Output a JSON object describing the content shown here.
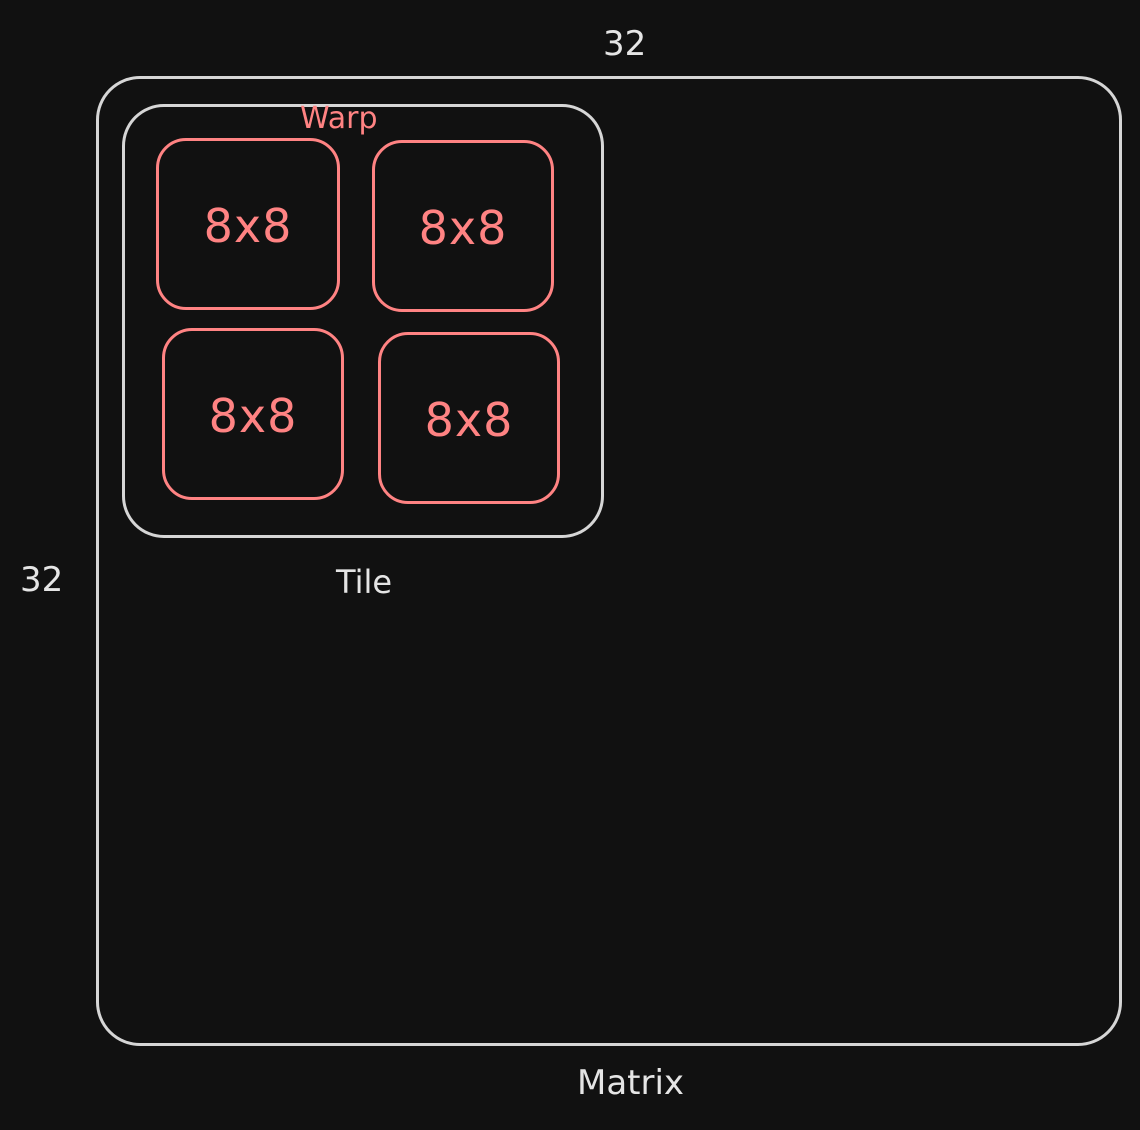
{
  "diagram": {
    "dimensions": {
      "top": "32",
      "left": "32"
    },
    "labels": {
      "tile": "Tile",
      "matrix": "Matrix",
      "warp": "Warp"
    },
    "warp_cells": [
      {
        "text": "8x8"
      },
      {
        "text": "8x8"
      },
      {
        "text": "8x8"
      },
      {
        "text": "8x8"
      }
    ],
    "colors": {
      "background": "#111111",
      "outline": "#d6d6d6",
      "warp": "#ff8383",
      "text": "#e5e5e5"
    }
  }
}
